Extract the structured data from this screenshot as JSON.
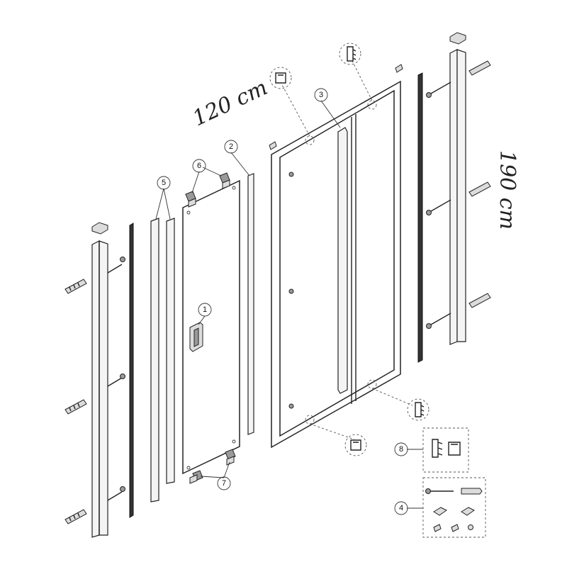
{
  "dimensions": {
    "width_label": "120 cm",
    "height_label": "190 cm"
  },
  "callouts": [
    {
      "id": "handle",
      "label": "1"
    },
    {
      "id": "seal-strip",
      "label": "2"
    },
    {
      "id": "vertical-profile",
      "label": "3"
    },
    {
      "id": "fixing-kit",
      "label": "4"
    },
    {
      "id": "magnetic-strips",
      "label": "5"
    },
    {
      "id": "top-hinges",
      "label": "6"
    },
    {
      "id": "bottom-hinges",
      "label": "7"
    },
    {
      "id": "seal-profiles",
      "label": "8"
    }
  ]
}
